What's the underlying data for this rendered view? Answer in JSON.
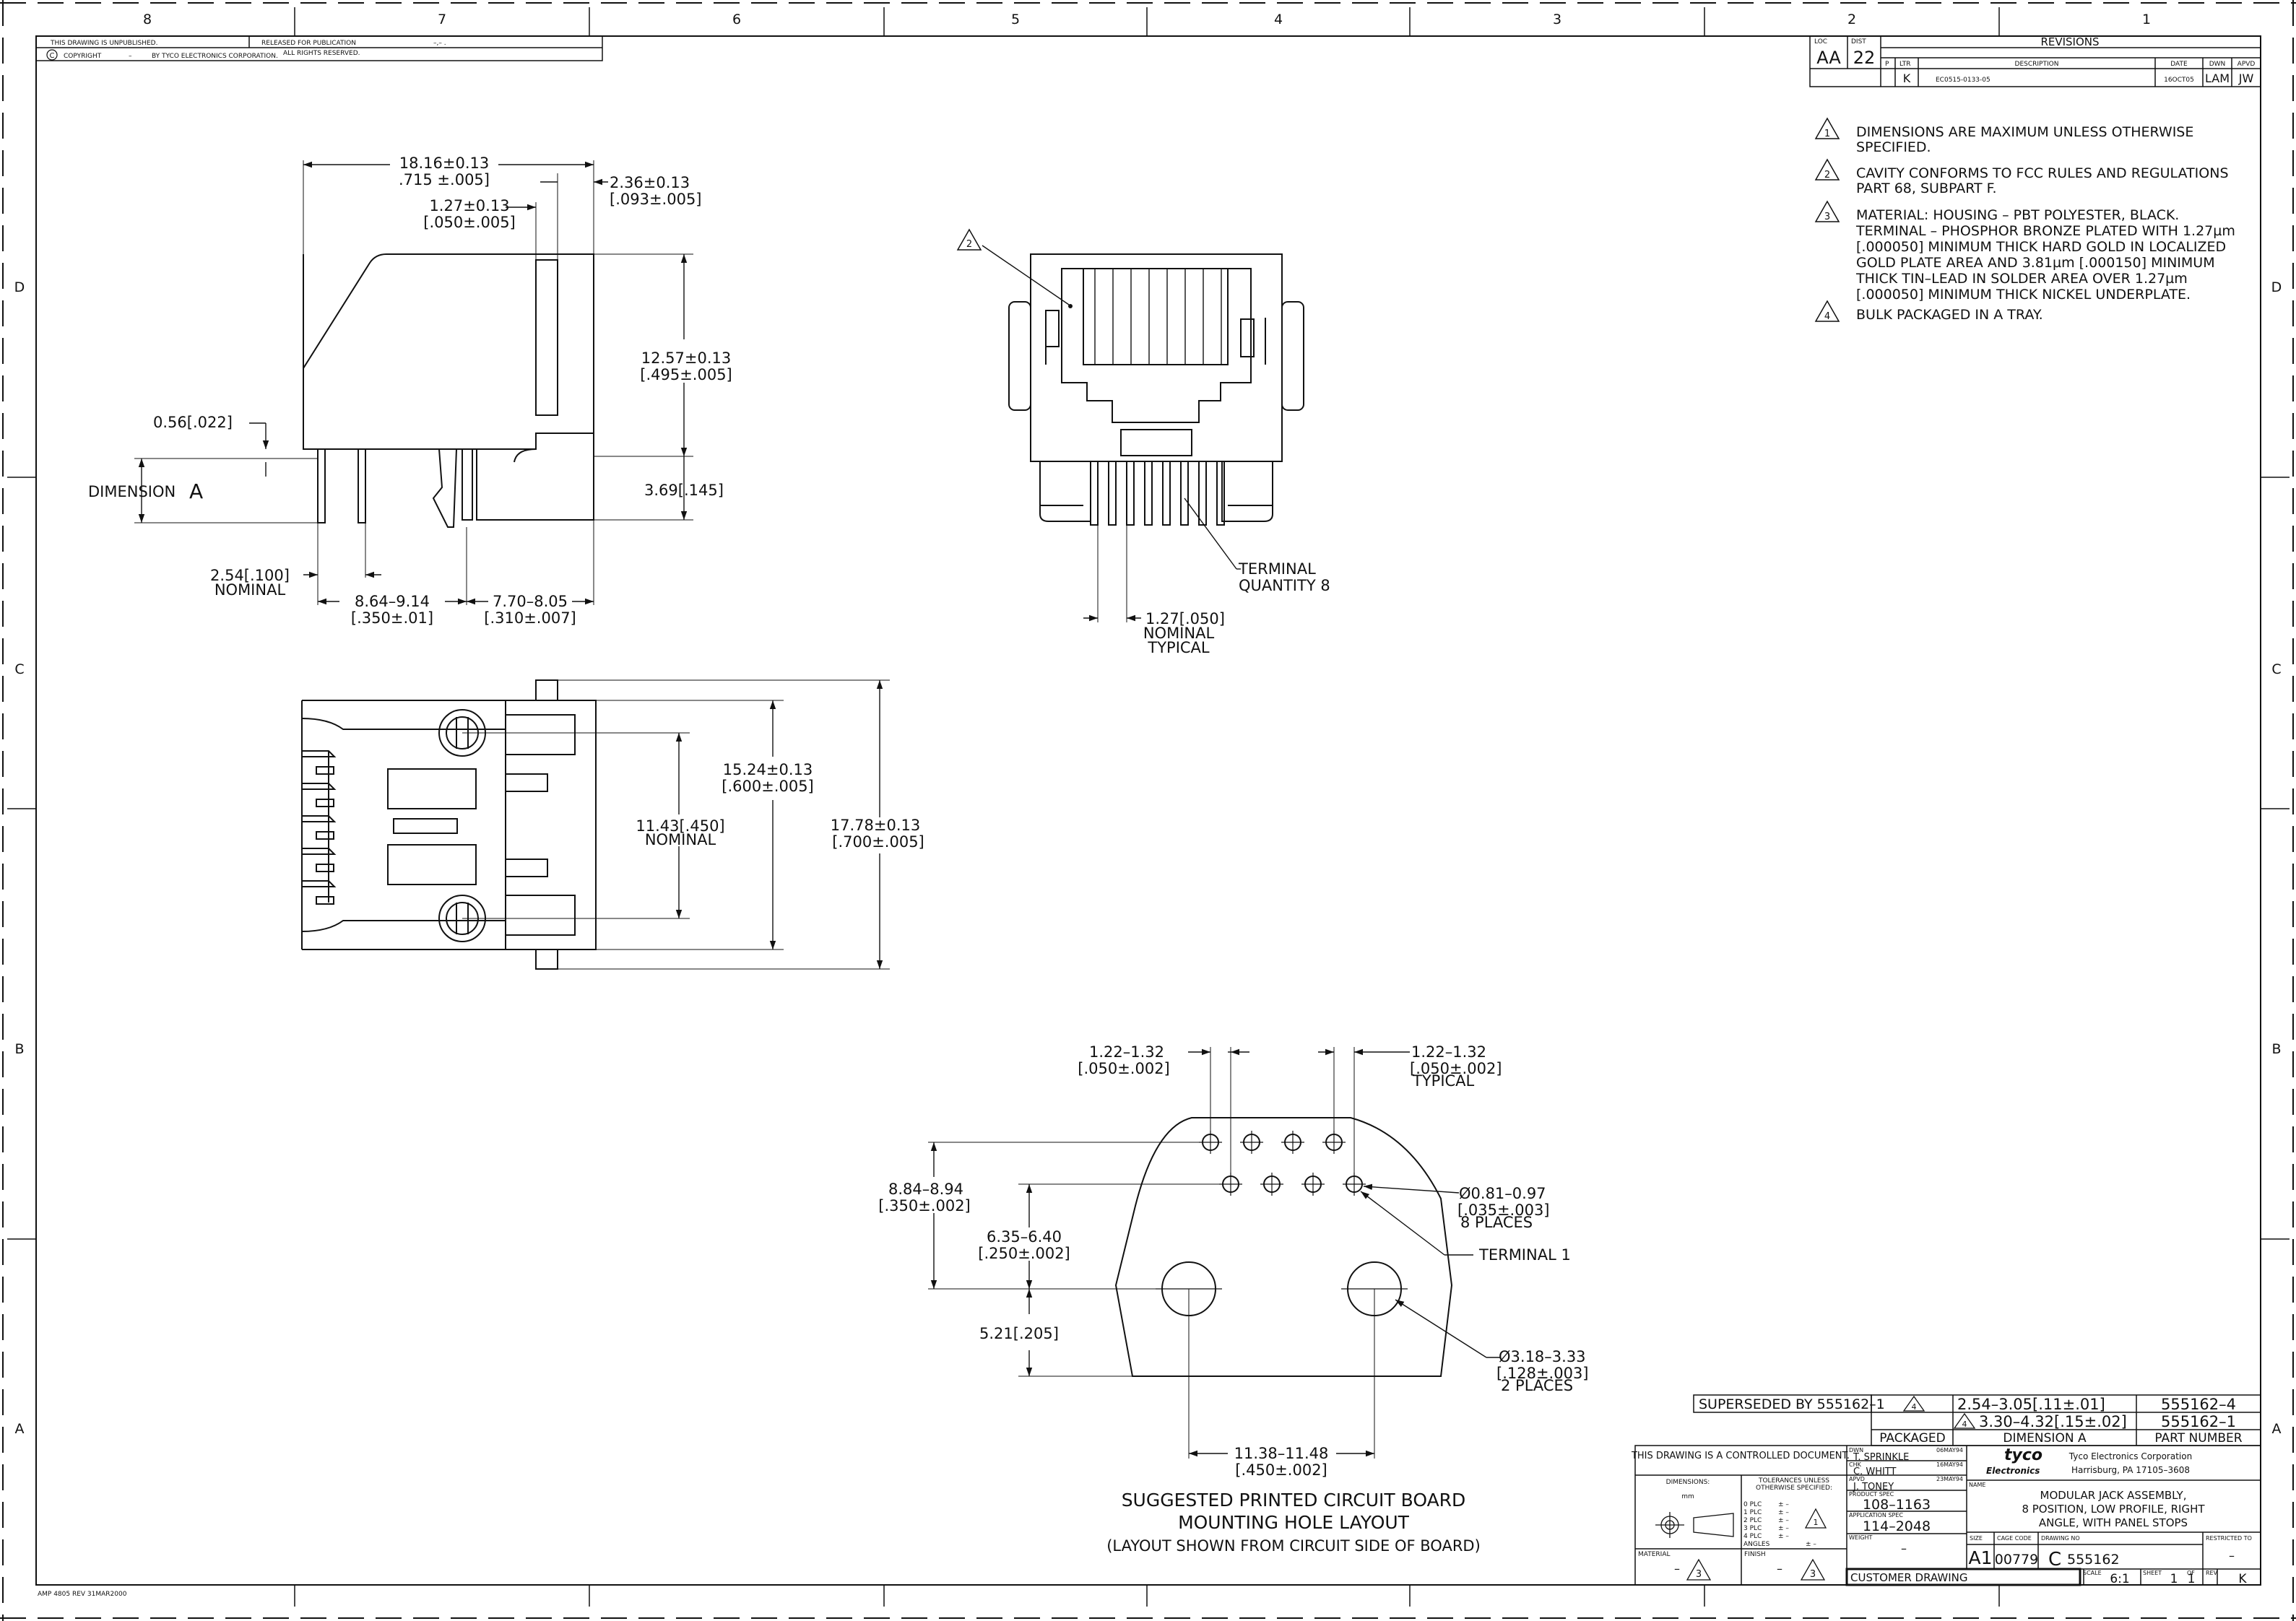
{
  "border": {
    "columns": [
      "8",
      "7",
      "6",
      "5",
      "4",
      "3",
      "2",
      "1"
    ],
    "rows": [
      "D",
      "C",
      "B",
      "A"
    ]
  },
  "header": {
    "unpublished": "THIS DRAWING IS UNPUBLISHED.",
    "released": "RELEASED FOR PUBLICATION",
    "copyright_symbol": "C",
    "copyright": "COPYRIGHT",
    "copyright_year": "–",
    "by": "BY TYCO ELECTRONICS CORPORATION.",
    "rights": "ALL RIGHTS RESERVED.",
    "released_year": "–,–  ."
  },
  "revisions": {
    "loc_label": "LOC",
    "loc": "AA",
    "dist_label": "DIST",
    "dist": "22",
    "title": "REVISIONS",
    "p_label": "P",
    "ltr_label": "LTR",
    "desc_label": "DESCRIPTION",
    "date_label": "DATE",
    "dwn_label": "DWN",
    "apvd_label": "APVD",
    "ltr": "K",
    "description": "EC0515-0133-05",
    "date": "16OCT05",
    "dwn": "LAM",
    "apvd": "JW"
  },
  "notes": [
    {
      "num": "1",
      "lines": [
        "DIMENSIONS ARE MAXIMUM UNLESS OTHERWISE",
        "SPECIFIED."
      ]
    },
    {
      "num": "2",
      "lines": [
        "CAVITY CONFORMS TO FCC RULES AND REGULATIONS",
        "PART 68, SUBPART F."
      ]
    },
    {
      "num": "3",
      "lines": [
        "MATERIAL: HOUSING – PBT POLYESTER, BLACK.",
        "TERMINAL – PHOSPHOR BRONZE PLATED WITH 1.27µm",
        "[.000050] MINIMUM THICK HARD GOLD IN LOCALIZED",
        "GOLD PLATE AREA AND 3.81µm [.000150] MINIMUM",
        "THICK TIN–LEAD IN SOLDER AREA OVER 1.27µm",
        "[.000050] MINIMUM THICK NICKEL UNDERPLATE."
      ]
    },
    {
      "num": "4",
      "lines": [
        "BULK PACKAGED IN A TRAY."
      ]
    }
  ],
  "side_view": {
    "dim_top_a": "18.16±0.13",
    "dim_top_b": ".715 ±.005]",
    "dim_mid_a": "1.27±0.13",
    "dim_mid_b": "[.050±.005]",
    "dim_right_a": "2.36±0.13",
    "dim_right_b": "[.093±.005]",
    "dim_height_a": "12.57±0.13",
    "dim_height_b": "[.495±.005]",
    "dim_056": "0.56[.022]",
    "dimension_a": "DIMENSION",
    "dimension_a_letter": "A",
    "dim_369": "3.69[.145]",
    "dim_254_a": "2.54[.100]",
    "dim_254_b": "NOMINAL",
    "dim_864_a": "8.64–9.14",
    "dim_864_b": "[.350±.01]",
    "dim_770_a": "7.70–8.05",
    "dim_770_b": "[.310±.007]"
  },
  "front_view": {
    "note_ref": "2",
    "terminal_a": "TERMINAL",
    "terminal_b": "QUANTITY 8",
    "pitch_a": "1.27[.050]",
    "pitch_b": "NOMINAL",
    "pitch_c": "TYPICAL"
  },
  "top_view": {
    "dim_1524_a": "15.24±0.13",
    "dim_1524_b": "[.600±.005]",
    "dim_1143_a": "11.43[.450]",
    "dim_1143_b": "NOMINAL",
    "dim_1778_a": "17.78±0.13",
    "dim_1778_b": "[.700±.005]"
  },
  "pcb_layout": {
    "dim_left_a": "1.22–1.32",
    "dim_left_b": "[.050±.002]",
    "dim_right_a": "1.22–1.32",
    "dim_right_b": "[.050±.002]",
    "dim_right_c": "TYPICAL",
    "dim_884_a": "8.84–8.94",
    "dim_884_b": "[.350±.002]",
    "dim_635_a": "6.35–6.40",
    "dim_635_b": "[.250±.002]",
    "dim_521": "5.21[.205]",
    "hole_a": "Ø0.81–0.97",
    "hole_b": "[.035±.003]",
    "hole_c": "8 PLACES",
    "terminal1": "TERMINAL 1",
    "mount_a": "Ø3.18–3.33",
    "mount_b": "[.128±.003]",
    "mount_c": "2 PLACES",
    "dim_1138_a": "11.38–11.48",
    "dim_1138_b": "[.450±.002]",
    "caption1": "SUGGESTED PRINTED CIRCUIT BOARD",
    "caption2": "MOUNTING HOLE LAYOUT",
    "caption3": "(LAYOUT SHOWN FROM CIRCUIT SIDE OF BOARD)"
  },
  "parts_table": {
    "superseded": "SUPERSEDED BY 555162–1",
    "rows": [
      {
        "note": "4",
        "dim": "2.54–3.05[.11±.01]",
        "part": "555162–4"
      },
      {
        "note": "4",
        "dim": "3.30–4.32[.15±.02]",
        "part": "555162–1"
      }
    ],
    "packaged": "PACKAGED",
    "dimension_a": "DIMENSION A",
    "part_number": "PART NUMBER"
  },
  "title_block": {
    "controlled": "THIS DRAWING IS A CONTROLLED DOCUMENT.",
    "dimensions_label": "DIMENSIONS:",
    "dimensions_unit": "mm",
    "tolerances": "TOLERANCES UNLESS",
    "tolerances2": "OTHERWISE SPECIFIED:",
    "plc": [
      "0 PLC",
      "1 PLC",
      "2 PLC",
      "3 PLC",
      "4 PLC",
      "ANGLES"
    ],
    "plc_vals": [
      "±  –",
      "±  –",
      "±  –",
      "±  –",
      "±  –",
      "±  –"
    ],
    "tol_note": "1",
    "material_label": "MATERIAL",
    "material": "–",
    "material_note": "3",
    "finish_label": "FINISH",
    "finish": "–",
    "finish_note": "3",
    "dwn_label": "DWN",
    "dwn": "T. SPRINKLE",
    "dwn_date": "06MAY94",
    "chk_label": "CHK",
    "chk": "C. WHITT",
    "chk_date": "16MAY94",
    "apvd_label": "APVD",
    "apvd": "J. TONEY",
    "apvd_date": "23MAY94",
    "product_spec_label": "PRODUCT SPEC",
    "product_spec": "108–1163",
    "app_spec_label": "APPLICATION SPEC",
    "app_spec": "114–2048",
    "weight_label": "WEIGHT",
    "weight": "–",
    "brand1": "tyco",
    "brand2": "Electronics",
    "company": "Tyco Electronics Corporation",
    "address": "Harrisburg, PA  17105–3608",
    "name_label": "NAME",
    "title1": "MODULAR JACK ASSEMBLY,",
    "title2": "8 POSITION, LOW PROFILE, RIGHT",
    "title3": "ANGLE, WITH PANEL STOPS",
    "size_label": "SIZE",
    "size": "A1",
    "cage_label": "CAGE CODE",
    "cage": "00779",
    "drawing_label": "DRAWING NO",
    "drawing_prefix": "C",
    "drawing": "555162",
    "restricted_label": "RESTRICTED TO",
    "restricted": "–",
    "customer": "CUSTOMER DRAWING",
    "scale_label": "SCALE",
    "scale": "6:1",
    "sheet_label": "SHEET",
    "sheet": "1",
    "of_label": "OF",
    "of": "1",
    "rev_label": "REV",
    "rev": "K"
  },
  "footer": "AMP 4805 REV 31MAR2000"
}
